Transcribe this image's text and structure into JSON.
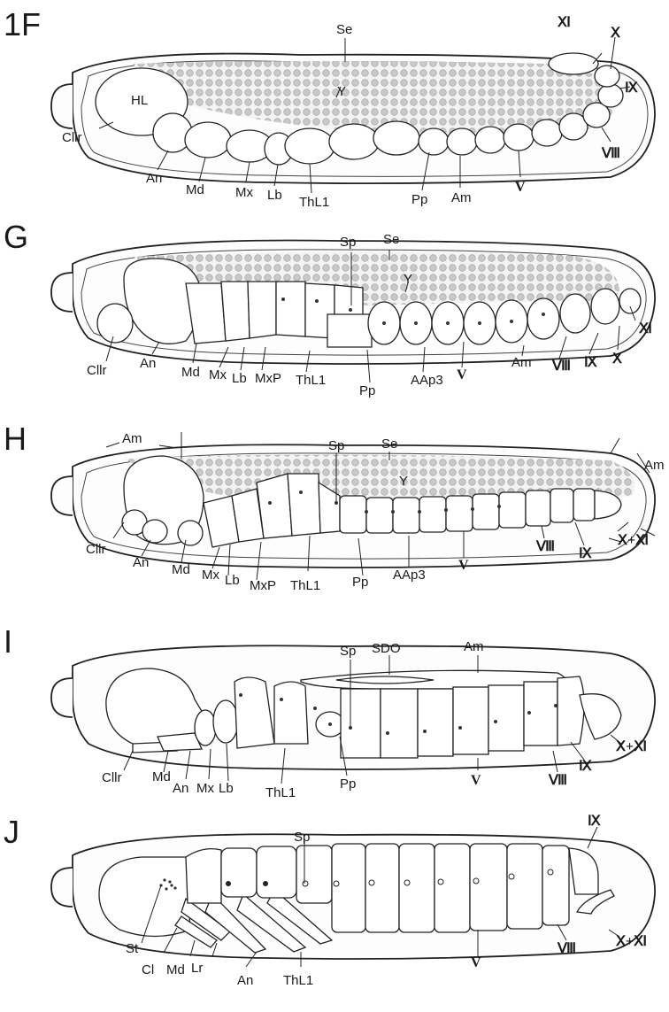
{
  "panels": [
    {
      "id": "F",
      "letter": "1F",
      "labels": {
        "Se": "Se",
        "Y": "Y",
        "HL": "HL",
        "Cllr": "Cllr",
        "An": "An",
        "Md": "Md",
        "Mx": "Mx",
        "Lb": "Lb",
        "ThL1": "ThL1",
        "Pp": "Pp",
        "Am": "Am",
        "V": "V",
        "VIII": "Ⅷ",
        "IX": "Ⅸ",
        "X": "Ⅹ",
        "XI": "Ⅺ"
      }
    },
    {
      "id": "G",
      "letter": "G",
      "labels": {
        "Sp": "Sp",
        "Se": "Se",
        "Y": "Y",
        "Cllr": "Cllr",
        "An": "An",
        "Md": "Md",
        "Mx": "Mx",
        "Lb": "Lb",
        "MxP": "MxP",
        "ThL1": "ThL1",
        "Pp": "Pp",
        "AAp3": "AAp3",
        "V": "V",
        "Am": "Am",
        "VIII": "Ⅷ",
        "IX": "Ⅸ",
        "X": "Ⅹ",
        "XI": "Ⅺ"
      }
    },
    {
      "id": "H",
      "letter": "H",
      "labels": {
        "Am_left": "Am",
        "Sp": "Sp",
        "Se": "Se",
        "Y": "Y",
        "Am_right": "Am",
        "Cllr": "Cllr",
        "An": "An",
        "Md": "Md",
        "Mx": "Mx",
        "Lb": "Lb",
        "MxP": "MxP",
        "ThL1": "ThL1",
        "Pp": "Pp",
        "AAp3": "AAp3",
        "V": "V",
        "VIII": "Ⅷ",
        "IX": "Ⅸ",
        "XXI": "Ⅹ+Ⅺ"
      }
    },
    {
      "id": "I",
      "letter": "I",
      "labels": {
        "Sp": "Sp",
        "SDO": "SDO",
        "Am": "Am",
        "Cllr": "Cllr",
        "Md": "Md",
        "An": "An",
        "Mx": "Mx",
        "Lb": "Lb",
        "ThL1": "ThL1",
        "Pp": "Pp",
        "V": "V",
        "VIII": "Ⅷ",
        "IX": "Ⅸ",
        "XXI": "Ⅹ+Ⅺ"
      }
    },
    {
      "id": "J",
      "letter": "J",
      "labels": {
        "Sp": "Sp",
        "IX": "Ⅸ",
        "St": "St",
        "Cl": "Cl",
        "Md": "Md",
        "Lr": "Lr",
        "An": "An",
        "ThL1": "ThL1",
        "V": "V",
        "VIII": "Ⅷ",
        "XXI": "Ⅹ+Ⅺ"
      }
    }
  ]
}
